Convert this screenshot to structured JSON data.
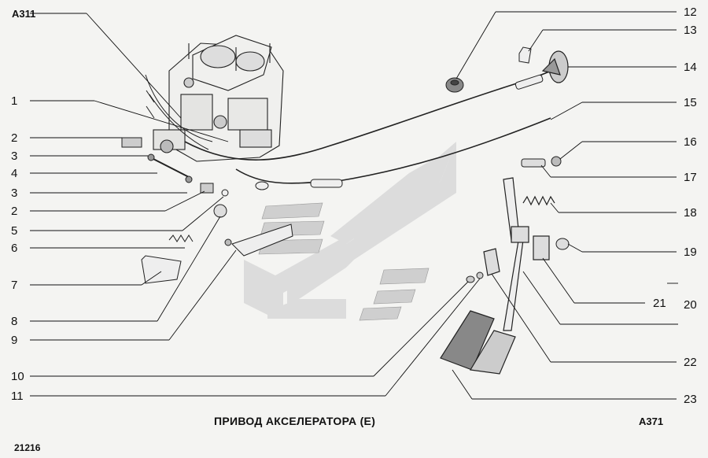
{
  "header_ref": "A311",
  "footer_ref": "A371",
  "title": "ПРИВОД АКСЕЛЕРАТОРА (Е)",
  "catalog_code": "21216",
  "left_labels": [
    "1",
    "2",
    "3",
    "4",
    "3",
    "2",
    "5",
    "6",
    "7",
    "8",
    "9",
    "10",
    "11"
  ],
  "right_labels": [
    "12",
    "13",
    "14",
    "15",
    "16",
    "17",
    "18",
    "19",
    "20",
    "21",
    "22",
    "23"
  ]
}
